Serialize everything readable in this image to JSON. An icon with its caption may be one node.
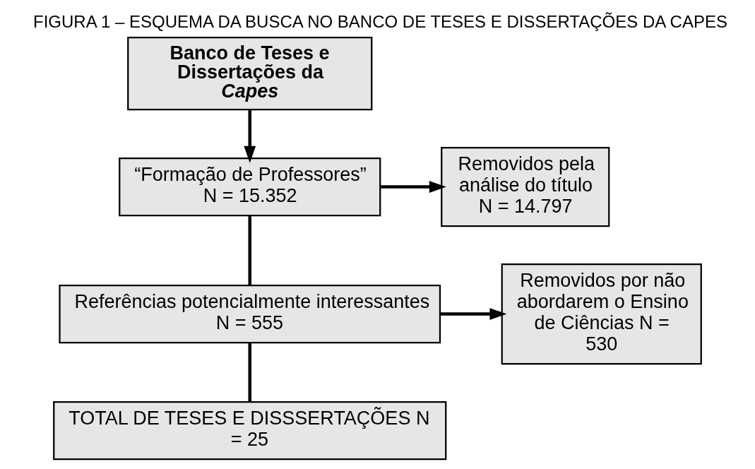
{
  "diagram": {
    "title": "FIGURA 1 – ESQUEMA DA BUSCA NO BANCO DE TESES E DISSERTAÇÕES DA CAPES",
    "nodes": [
      {
        "text": [
          "Banco de Teses e Dissertações da *Capes*"
        ]
      },
      {
        "text": [
          "“Formação de Professores” N = 15.352"
        ]
      },
      {
        "text": [
          "Removidos pela análise do título N = 14.797"
        ]
      },
      {
        "text": [
          "Referências potencialmente interessantes N = 555"
        ]
      },
      {
        "text": [
          "Removidos por não abordarem o Ensino de Ciências N = 530"
        ]
      },
      {
        "text": [
          "TOTAL DE TESES E DISSSERTAÇÕES N = 25"
        ]
      }
    ],
    "edges": [
      {
        "from": 0,
        "to": 1,
        "arrow": "to"
      },
      {
        "from": 1,
        "to": 2,
        "arrow": "to"
      },
      {
        "from": 1,
        "to": 3,
        "arrow": "none"
      },
      {
        "from": 3,
        "to": 4,
        "arrow": "to"
      },
      {
        "from": 3,
        "to": 5,
        "arrow": "none"
      }
    ]
  }
}
